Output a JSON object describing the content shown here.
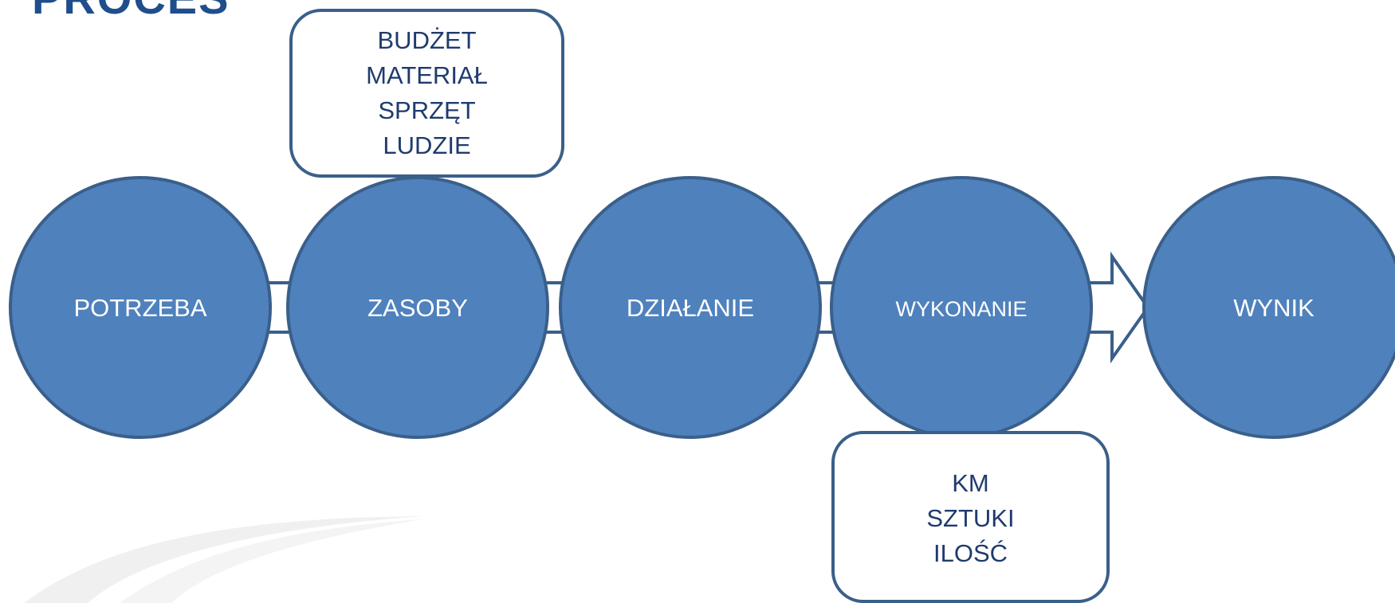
{
  "title": "PROCES",
  "colors": {
    "node_fill": "#4f81bd",
    "node_stroke": "#3a5f8a",
    "arrow_fill": "#ffffff",
    "text_dark": "#1f3b6e",
    "title": "#1f4e8c",
    "swoosh": "#f0f0f0"
  },
  "nodes": [
    {
      "id": "potrzeba",
      "label": "POTRZEBA"
    },
    {
      "id": "zasoby",
      "label": "ZASOBY"
    },
    {
      "id": "dzialanie",
      "label": "DZIAŁANIE"
    },
    {
      "id": "wykonanie",
      "label": "WYKONANIE"
    },
    {
      "id": "wynik",
      "label": "WYNIK"
    }
  ],
  "resources_box": {
    "lines": [
      "BUDŻET",
      "MATERIAŁ",
      "SPRZĘT",
      "LUDZIE"
    ]
  },
  "measures_box": {
    "lines": [
      "KM",
      "SZTUKI",
      "ILOŚĆ"
    ]
  }
}
